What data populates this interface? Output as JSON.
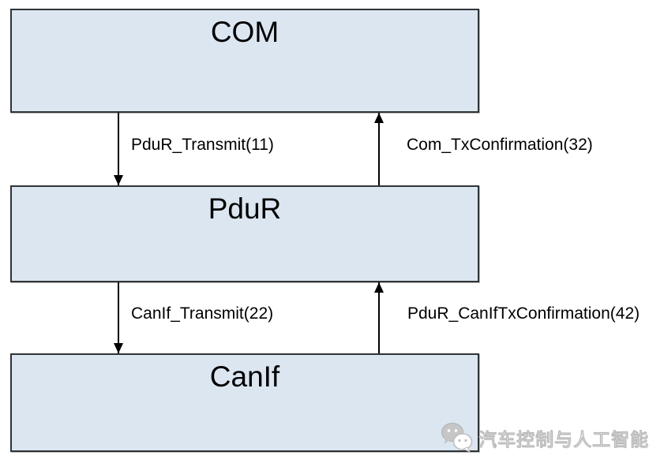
{
  "diagram": {
    "boxes": [
      {
        "id": "com",
        "label": "COM"
      },
      {
        "id": "pdur",
        "label": "PduR"
      },
      {
        "id": "canif",
        "label": "CanIf"
      }
    ],
    "arrows": [
      {
        "from": "COM",
        "to": "PduR",
        "direction": "down",
        "label": "PduR_Transmit(11)"
      },
      {
        "from": "PduR",
        "to": "COM",
        "direction": "up",
        "label": "Com_TxConfirmation(32)"
      },
      {
        "from": "PduR",
        "to": "CanIf",
        "direction": "down",
        "label": "CanIf_Transmit(22)"
      },
      {
        "from": "CanIf",
        "to": "PduR",
        "direction": "up",
        "label": "PduR_CanIfTxConfirmation(42)"
      }
    ],
    "colors": {
      "box_fill": "#dce6f1",
      "box_border": "#2e3336",
      "arrow": "#000000",
      "watermark_gray": "#b7b7b7"
    }
  },
  "watermark": {
    "icon": "wechat-icon",
    "text": "汽车控制与人工智能"
  }
}
